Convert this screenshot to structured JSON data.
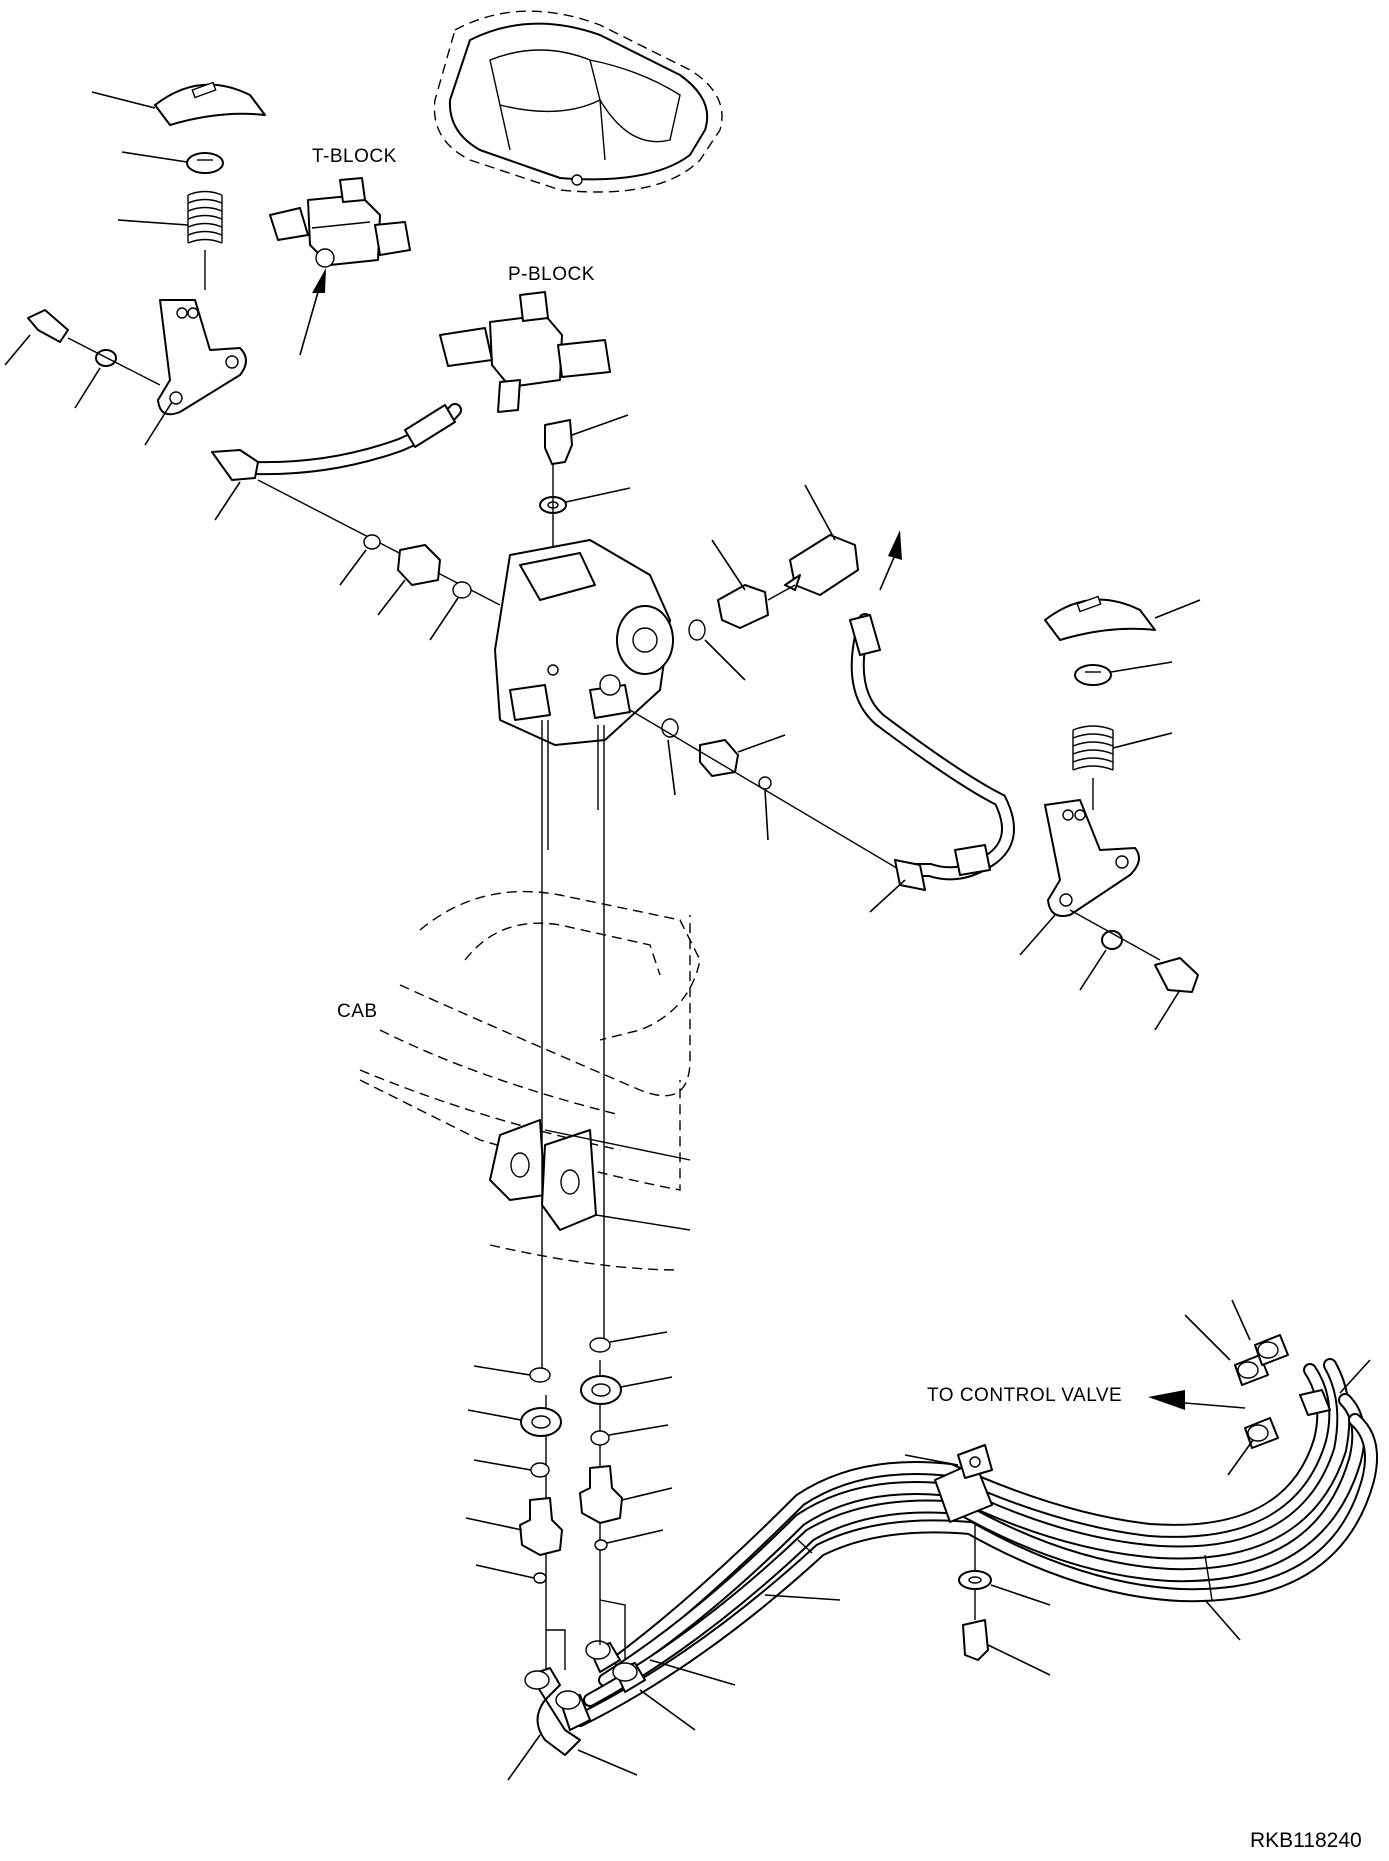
{
  "labels": {
    "t_block": "T-BLOCK",
    "p_block": "P-BLOCK",
    "cab": "CAB",
    "to_control_valve": "TO CONTROL VALVE"
  },
  "drawing_ref": "RKB118240"
}
